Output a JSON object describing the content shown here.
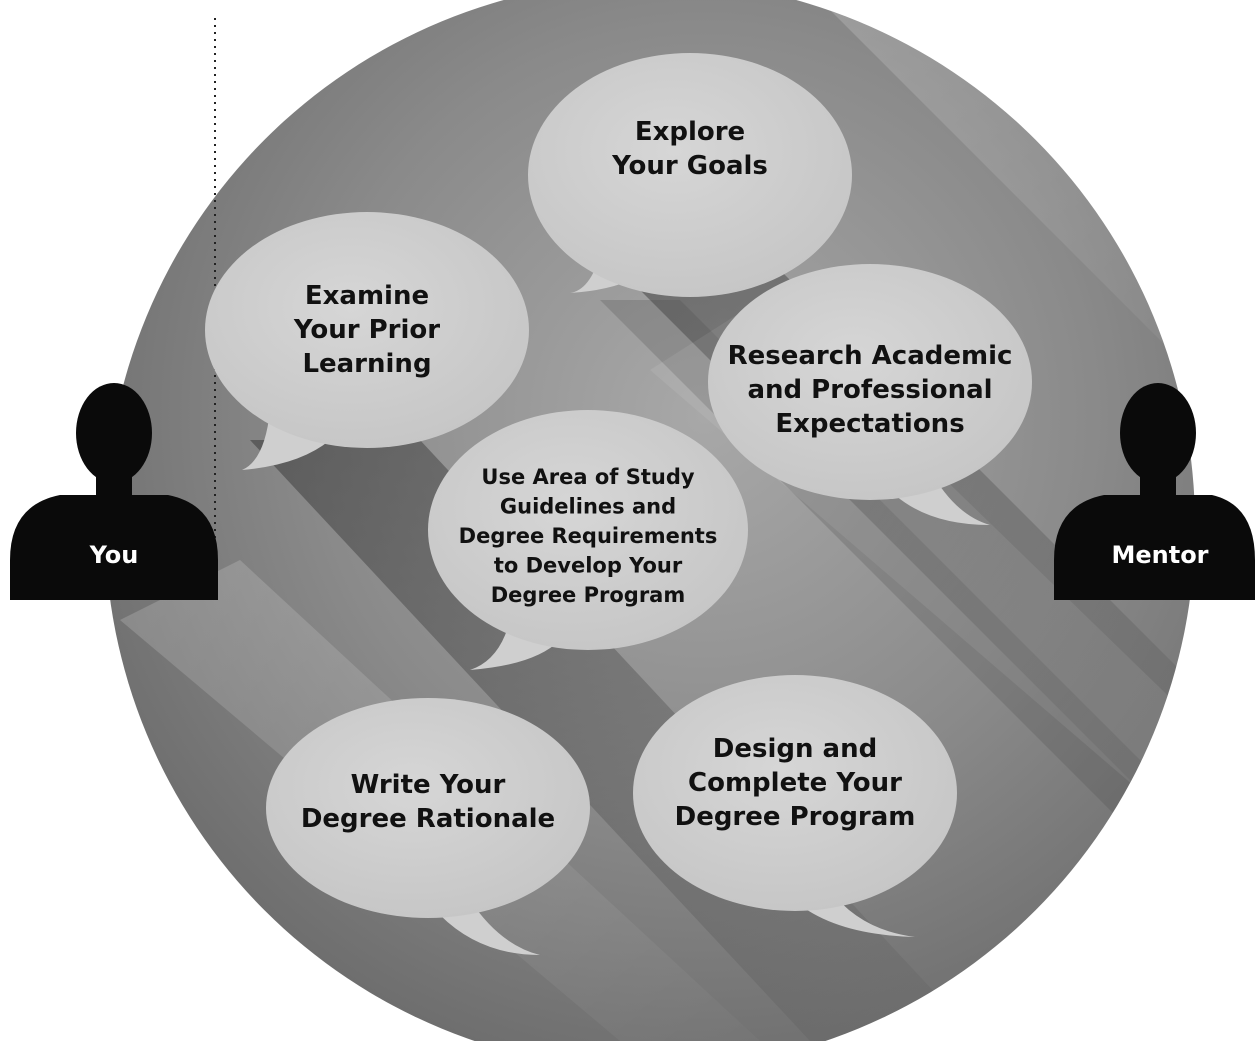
{
  "diagram": {
    "bubbles": [
      {
        "id": "explore-goals",
        "lines": [
          "Explore",
          "Your Goals"
        ]
      },
      {
        "id": "examine-prior-learning",
        "lines": [
          "Examine",
          "Your Prior",
          "Learning"
        ]
      },
      {
        "id": "research-expectations",
        "lines": [
          "Research Academic",
          "and Professional",
          "Expectations"
        ]
      },
      {
        "id": "use-guidelines",
        "lines": [
          "Use Area of Study",
          "Guidelines and",
          "Degree Requirements",
          "to Develop Your",
          "Degree Program"
        ]
      },
      {
        "id": "write-rationale",
        "lines": [
          "Write Your",
          "Degree Rationale"
        ]
      },
      {
        "id": "design-complete",
        "lines": [
          "Design and",
          "Complete Your",
          "Degree Program"
        ]
      }
    ],
    "people": {
      "left": {
        "label": "You"
      },
      "right": {
        "label": "Mentor"
      }
    },
    "colors": {
      "circle_light": "#b4b4b4",
      "circle_mid": "#8e8e8e",
      "circle_dark": "#5a5a5a",
      "bubble": "#cfcfcf",
      "person": "#0a0a0a",
      "text": "#111111"
    }
  }
}
